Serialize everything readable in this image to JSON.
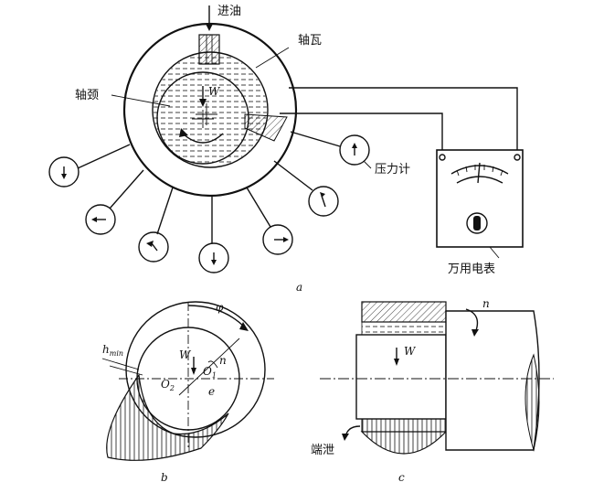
{
  "labels": {
    "oil_inlet": "进油",
    "bearing_shell": "轴瓦",
    "journal": "轴颈",
    "pressure_gauge": "压力计",
    "multimeter": "万用电表",
    "leakage": "端泄",
    "load": "W",
    "speed": "n",
    "phi": "φ",
    "eccentricity": "e",
    "h": "h",
    "h_sub": "min",
    "o1": "O",
    "o1_sub": "1",
    "o2": "O",
    "o2_sub": "2"
  },
  "captions": {
    "a": "a",
    "b": "b",
    "c": "c"
  },
  "colors": {
    "ink": "#111111",
    "paper": "#ffffff"
  }
}
